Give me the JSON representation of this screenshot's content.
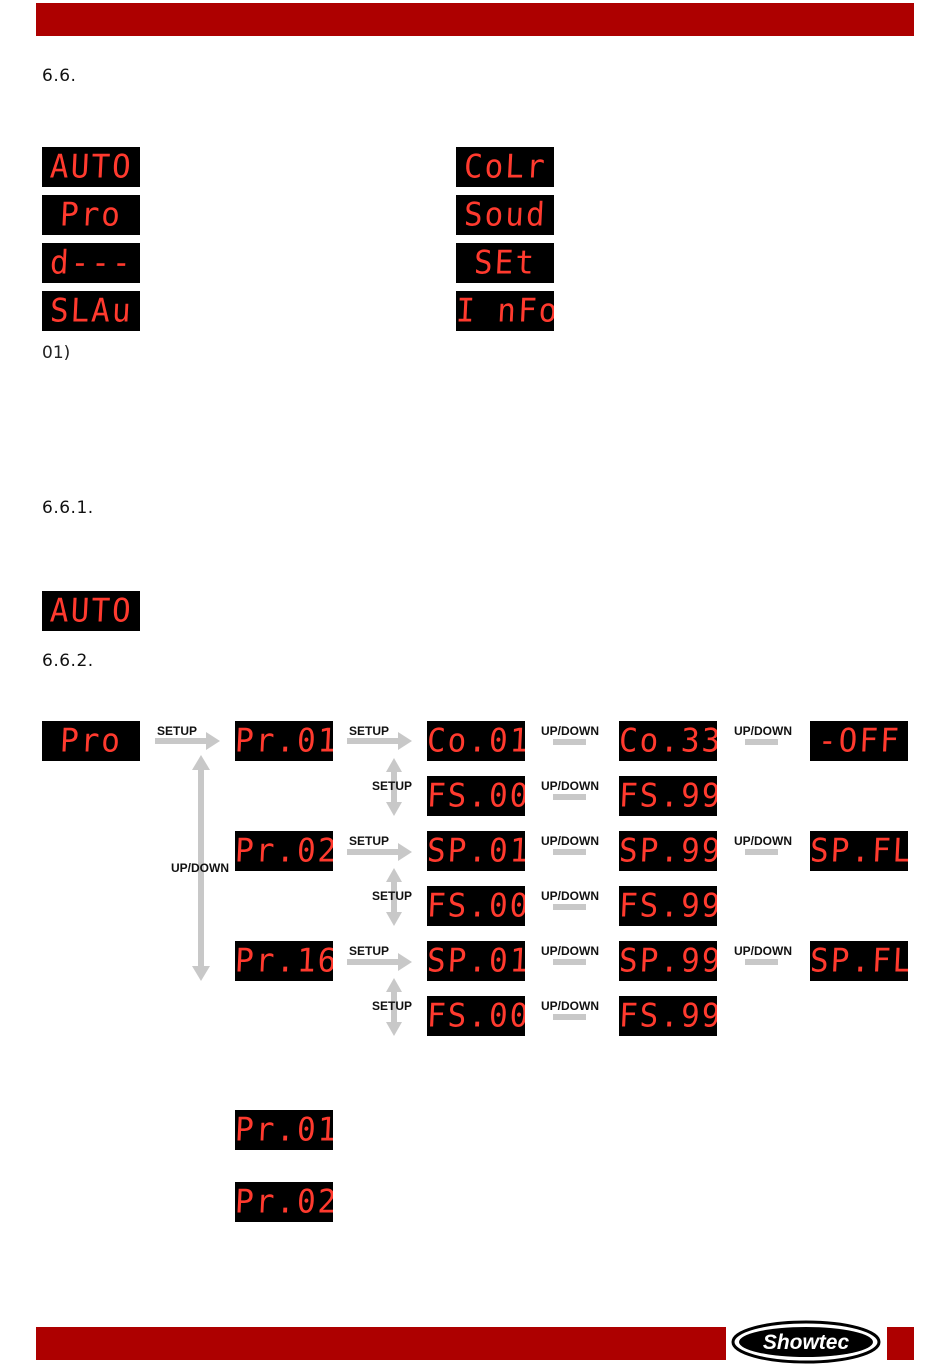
{
  "sections": {
    "s66": "6.6.",
    "s661": "6.6.1.",
    "s662": "6.6.2."
  },
  "note": "01)",
  "main_menu": {
    "left": [
      "AUTO",
      "Pro",
      "d---",
      "SLAu"
    ],
    "right": [
      "CoLr",
      "Soud",
      "SEt",
      "I nFo"
    ]
  },
  "auto_display": "AUTO",
  "diagram": {
    "pro": "Pro",
    "programs": [
      "Pr.01",
      "Pr.02",
      "Pr.16"
    ],
    "row1": [
      "Co.01",
      "Co.33",
      "-OFF"
    ],
    "row2": [
      "FS.00",
      "FS.99"
    ],
    "row3": [
      "SP.01",
      "SP.99",
      "SP.FL"
    ],
    "row4": [
      "FS.00",
      "FS.99"
    ],
    "row5": [
      "SP.01",
      "SP.99",
      "SP.FL"
    ],
    "row6": [
      "FS.00",
      "FS.99"
    ],
    "labels": {
      "setup": "SETUP",
      "updown": "UP/DOWN"
    }
  },
  "bottom_displays": [
    "Pr.01",
    "Pr.02"
  ],
  "logo_text": "Showtec",
  "colors": {
    "brand_red": "#ad0000",
    "lcd_red": "#ff3a2e",
    "arrow_gray": "#c8c8c8"
  }
}
